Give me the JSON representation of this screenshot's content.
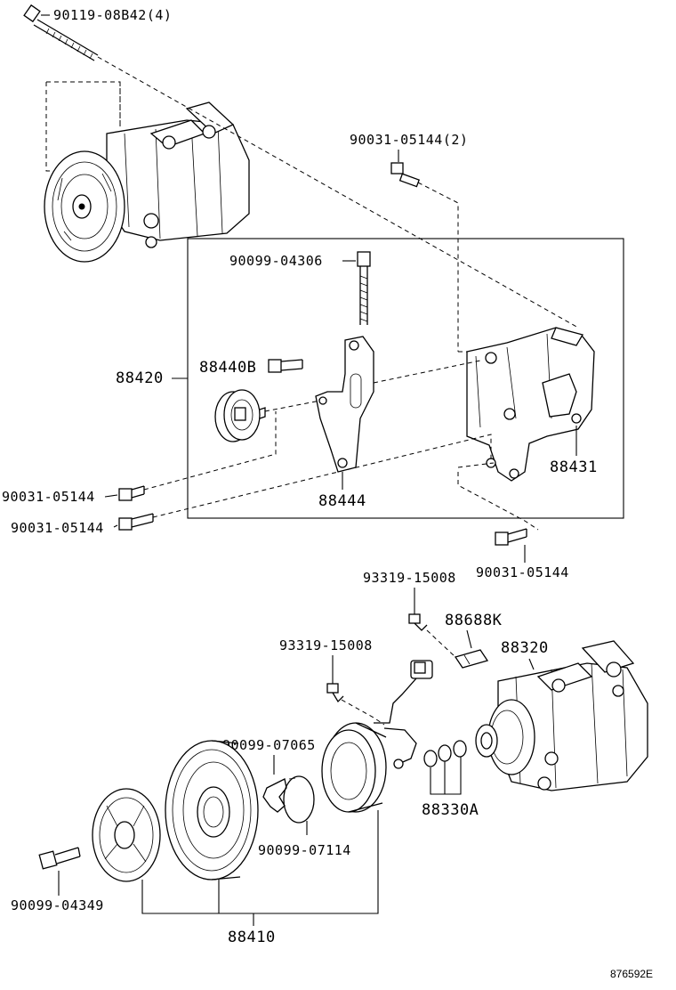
{
  "labels": {
    "bolt_top": "90119-08B42(4)",
    "bolt_upper_right": "90031-05144(2)",
    "bracket_bolt_long": "90099-04306",
    "assembly_bracket": "88420",
    "idler_pulley": "88440B",
    "bolt_left_1": "90031-05144",
    "bolt_left_2": "90031-05144",
    "plate": "88444",
    "bracket_compressor": "88431",
    "bolt_right": "90031-05144",
    "screw_1": "93319-15008",
    "clip": "88688K",
    "screw_2": "93319-15008",
    "compressor": "88320",
    "snap_ring_1": "90099-07065",
    "oring_set": "88330A",
    "snap_ring_2": "90099-07114",
    "bolt_hub": "90099-04349",
    "clutch_assembly": "88410"
  },
  "diagram_code": "876592E",
  "colors": {
    "ink": "#000000",
    "paper": "#ffffff"
  }
}
